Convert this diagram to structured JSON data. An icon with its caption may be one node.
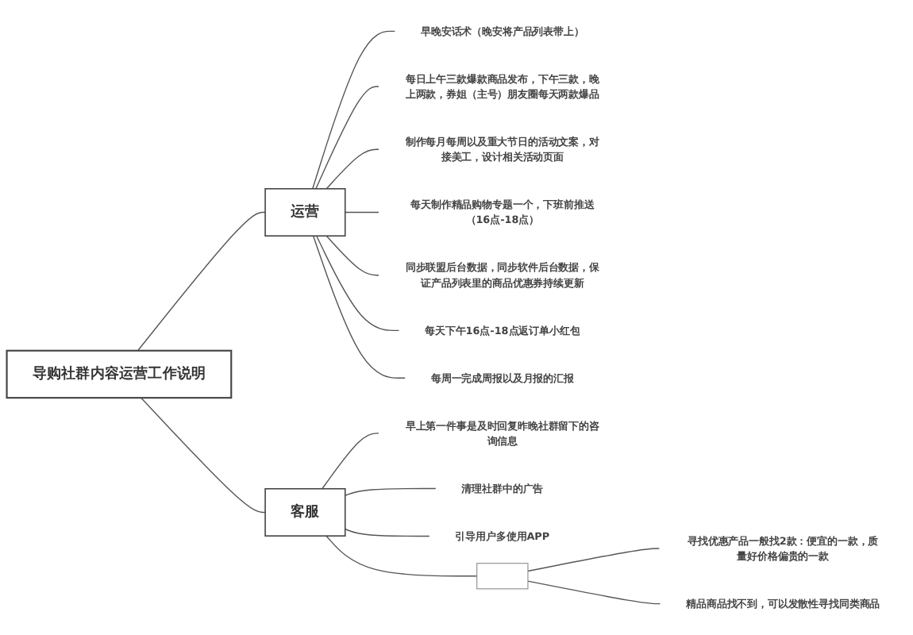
{
  "diagram": {
    "nodes": [
      {
        "text": [
          "导购社群内容运营工作说明"
        ]
      },
      {
        "text": [
          "运营"
        ]
      },
      {
        "text": [
          "早晚安话术（晚安将产品列表带上）"
        ]
      },
      {
        "text": [
          "每日上午三款爆款商品发布，下午三款，晚上两款，券姐（主号）朋友圈每天两款爆品"
        ]
      },
      {
        "text": [
          "制作每月每周以及重大节日的活动文案，对接美工，设计相关活动页面"
        ]
      },
      {
        "text": [
          "每天制作精品购物专题一个，下班前推送（16点-18点）"
        ]
      },
      {
        "text": [
          "同步联盟后台数据，同步软件后台数据，保证产品列表里的商品优惠券持续更新"
        ]
      },
      {
        "text": [
          "每天下午16点-18点返订单小红包"
        ]
      },
      {
        "text": [
          "每周一完成周报以及月报的汇报"
        ]
      },
      {
        "text": [
          "客服"
        ]
      },
      {
        "text": [
          "早上第一件事是及时回复昨晚社群留下的咨询信息"
        ]
      },
      {
        "text": [
          "清理社群中的广告"
        ]
      },
      {
        "text": [
          "引导用户多使用APP"
        ]
      },
      {
        "text": [],
        "shape": "box"
      },
      {
        "text": [
          "寻找优惠产品一般找2款：便宜的一款，质量好价格偏贵的一款"
        ]
      },
      {
        "text": [
          "精品商品找不到，可以发散性寻找同类商品"
        ]
      }
    ],
    "edges": [
      {
        "from": 0,
        "to": 1,
        "arrow": "none"
      },
      {
        "from": 1,
        "to": 2,
        "arrow": "none"
      },
      {
        "from": 1,
        "to": 3,
        "arrow": "none"
      },
      {
        "from": 1,
        "to": 4,
        "arrow": "none"
      },
      {
        "from": 1,
        "to": 5,
        "arrow": "none"
      },
      {
        "from": 1,
        "to": 6,
        "arrow": "none"
      },
      {
        "from": 1,
        "to": 7,
        "arrow": "none"
      },
      {
        "from": 1,
        "to": 8,
        "arrow": "none"
      },
      {
        "from": 0,
        "to": 9,
        "arrow": "none"
      },
      {
        "from": 9,
        "to": 10,
        "arrow": "none"
      },
      {
        "from": 9,
        "to": 11,
        "arrow": "none"
      },
      {
        "from": 9,
        "to": 12,
        "arrow": "none"
      },
      {
        "from": 9,
        "to": 13,
        "arrow": "none"
      },
      {
        "from": 13,
        "to": 14,
        "arrow": "none"
      },
      {
        "from": 13,
        "to": 15,
        "arrow": "none"
      }
    ]
  }
}
